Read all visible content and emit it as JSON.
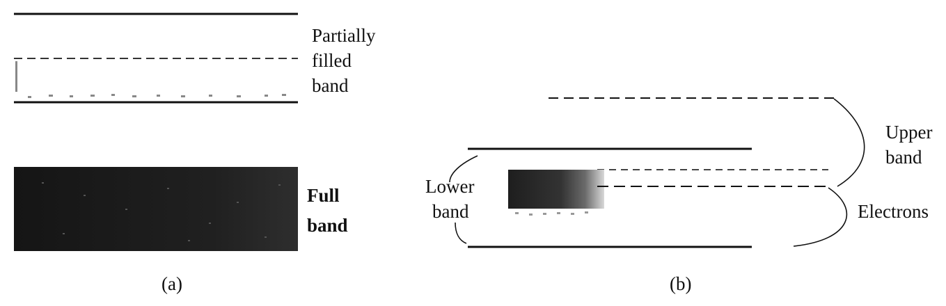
{
  "panel_a": {
    "label_partial_line1": "Partially",
    "label_partial_line2": "filled",
    "label_partial_line3": "band",
    "label_full_line1": "Full",
    "label_full_line2": "band",
    "caption": "(a)"
  },
  "panel_b": {
    "label_upper_line1": "Upper",
    "label_upper_line2": "band",
    "label_lower_line1": "Lower",
    "label_lower_line2": "band",
    "label_electrons": "Electrons",
    "caption": "(b)"
  },
  "colors": {
    "ink": "#111111",
    "band_fill": "#1a1a1a"
  }
}
